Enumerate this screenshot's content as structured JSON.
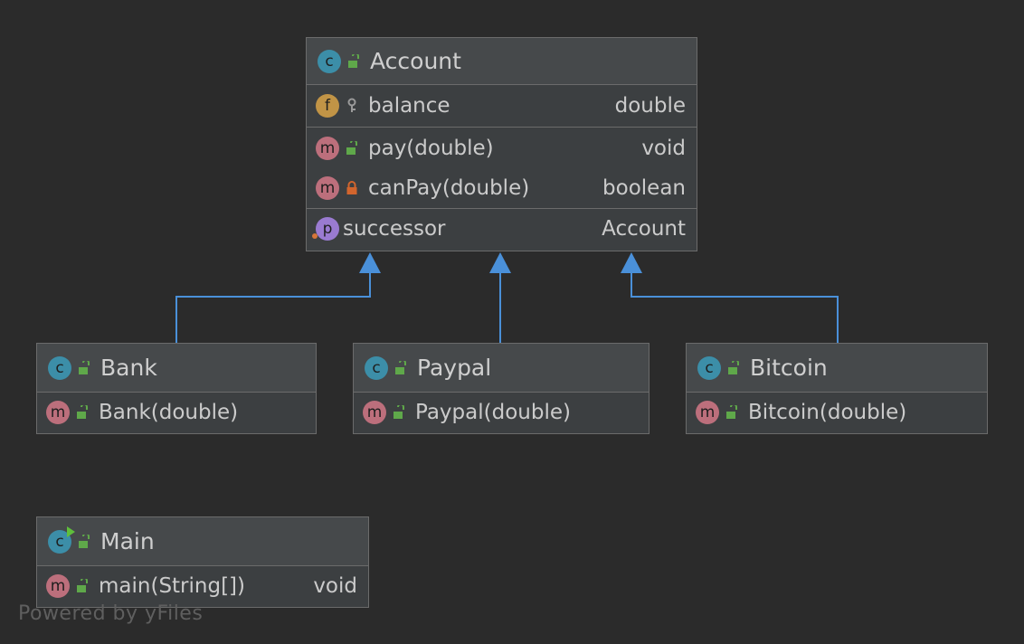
{
  "diagram": {
    "accent_color": "#4a90d9",
    "classes": {
      "account": {
        "name": "Account",
        "fields": [
          {
            "name": "balance",
            "type": "double",
            "icon": "field-icon",
            "visibility": "package"
          }
        ],
        "methods": [
          {
            "name": "pay(double)",
            "type": "void",
            "icon": "method-icon",
            "visibility": "public"
          },
          {
            "name": "canPay(double)",
            "type": "boolean",
            "icon": "method-icon",
            "visibility": "private"
          }
        ],
        "properties": [
          {
            "name": "successor",
            "type": "Account",
            "icon": "property-icon"
          }
        ]
      },
      "bank": {
        "name": "Bank",
        "methods": [
          {
            "name": "Bank(double)",
            "type": ""
          }
        ]
      },
      "paypal": {
        "name": "Paypal",
        "methods": [
          {
            "name": "Paypal(double)",
            "type": ""
          }
        ]
      },
      "bitcoin": {
        "name": "Bitcoin",
        "methods": [
          {
            "name": "Bitcoin(double)",
            "type": ""
          }
        ]
      },
      "main": {
        "name": "Main",
        "methods": [
          {
            "name": "main(String[])",
            "type": "void"
          }
        ]
      }
    },
    "badges": {
      "class": "c",
      "method": "m",
      "field": "f",
      "property": "p"
    }
  },
  "footer": {
    "powered_by": "Powered by yFiles"
  }
}
